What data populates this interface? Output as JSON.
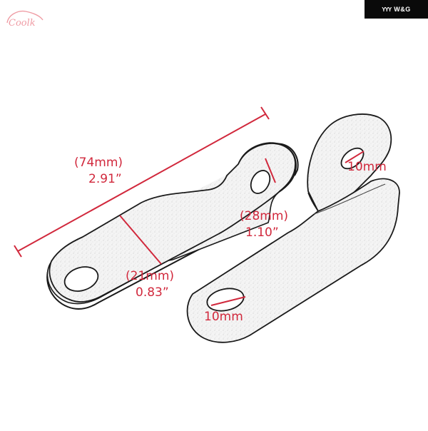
{
  "brand": {
    "badge_text": "W&G",
    "badge_mark": "YYY"
  },
  "watermark": {
    "text": "Coolk"
  },
  "colors": {
    "dimension": "#d1283c",
    "outline": "#1a1a1a",
    "badge_bg": "#0a0a0a",
    "watermark": "#e24a5a"
  },
  "dimensions": {
    "length_mm": "(74mm)",
    "length_in": "2.91”",
    "mount_hole_mm": "(28mm)",
    "mount_hole_in": "1.10”",
    "width_mm": "(21mm)",
    "width_in": "0.83”",
    "hole_top": "10mm",
    "hole_bottom": "10mm"
  }
}
